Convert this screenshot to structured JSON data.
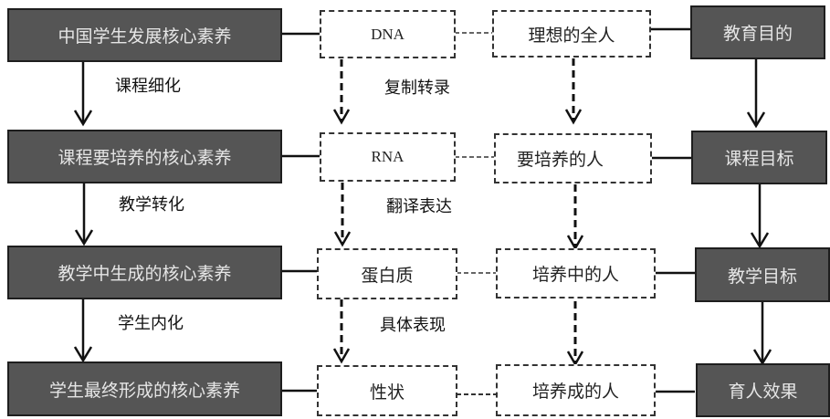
{
  "diagram": {
    "columns": {
      "core_literacy": {
        "nodes": [
          "中国学生发展核心素养",
          "课程要培养的核心素养",
          "教学中生成的核心素养",
          "学生最终形成的核心素养"
        ],
        "edge_labels": [
          "课程细化",
          "教学转化",
          "学生内化"
        ]
      },
      "biology_analogy": {
        "nodes": [
          "DNA",
          "RNA",
          "蛋白质",
          "性状"
        ],
        "edge_labels": [
          "复制转录",
          "翻译表达",
          "具体表现"
        ]
      },
      "person": {
        "nodes": [
          "理想的全人",
          "要培养的人",
          "培养中的人",
          "培养成的人"
        ]
      },
      "goals": {
        "nodes": [
          "教育目的",
          "课程目标",
          "教学目标",
          "育人效果"
        ]
      }
    },
    "colors": {
      "dark_box_fill": "#555555",
      "dark_box_text": "#e6e6e6",
      "dashed_box_text": "#222222",
      "line": "#111111"
    }
  }
}
